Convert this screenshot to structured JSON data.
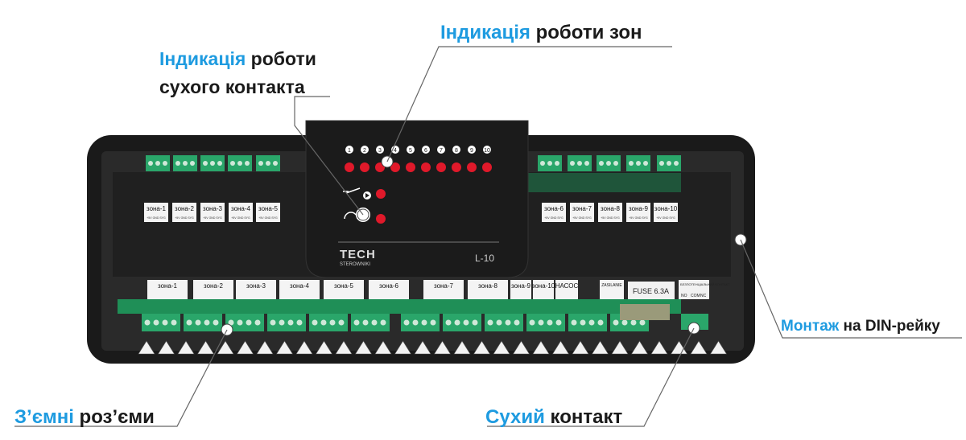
{
  "callouts": {
    "zones": {
      "highlight": "Індикація",
      "rest": " роботи зон"
    },
    "dry_indication": {
      "highlight": "Індикація",
      "rest": " роботи",
      "line2": "сухого контакта"
    },
    "mount": {
      "highlight": "Монтаж",
      "rest": " на DIN-рейку"
    },
    "connectors": {
      "highlight": "З’ємні",
      "rest": " роз’єми"
    },
    "dry_contact": {
      "highlight": "Сухий",
      "rest": " контакт"
    }
  },
  "device": {
    "brand": "TECH",
    "brand_sub": "STEROWNIKI",
    "model": "L-10",
    "led_numbers": [
      "1",
      "2",
      "3",
      "4",
      "5",
      "6",
      "7",
      "8",
      "9",
      "10"
    ],
    "upper_zone_labels_left": [
      "зона-1",
      "зона-2",
      "зона-3",
      "зона-4",
      "зона-5"
    ],
    "upper_zone_labels_right": [
      "зона-6",
      "зона-7",
      "зона-8",
      "зона-9",
      "зона-10"
    ],
    "upper_pins": "+5V GND SYG",
    "lower_zone_labels": [
      "зона-1",
      "зона-2",
      "зона-3",
      "зона-4",
      "зона-5",
      "зона-6",
      "зона-7",
      "зона-8",
      "зона-9",
      "зона-10"
    ],
    "pump_label": "НАСОС",
    "supply_label": "ZASILANIE",
    "fuse_label": "FUSE 6.3A",
    "contact_label": "БЕЗПОТЕНЦІАЛЬНИЙ КОНТАКТ",
    "contact_pins": [
      "NO",
      "COM",
      "NC"
    ]
  },
  "colors": {
    "accent": "#1e9be0",
    "text": "#1a1a1a",
    "led": "#e0192a",
    "terminal": "#2aa66a",
    "body": "#1c1c1c"
  }
}
